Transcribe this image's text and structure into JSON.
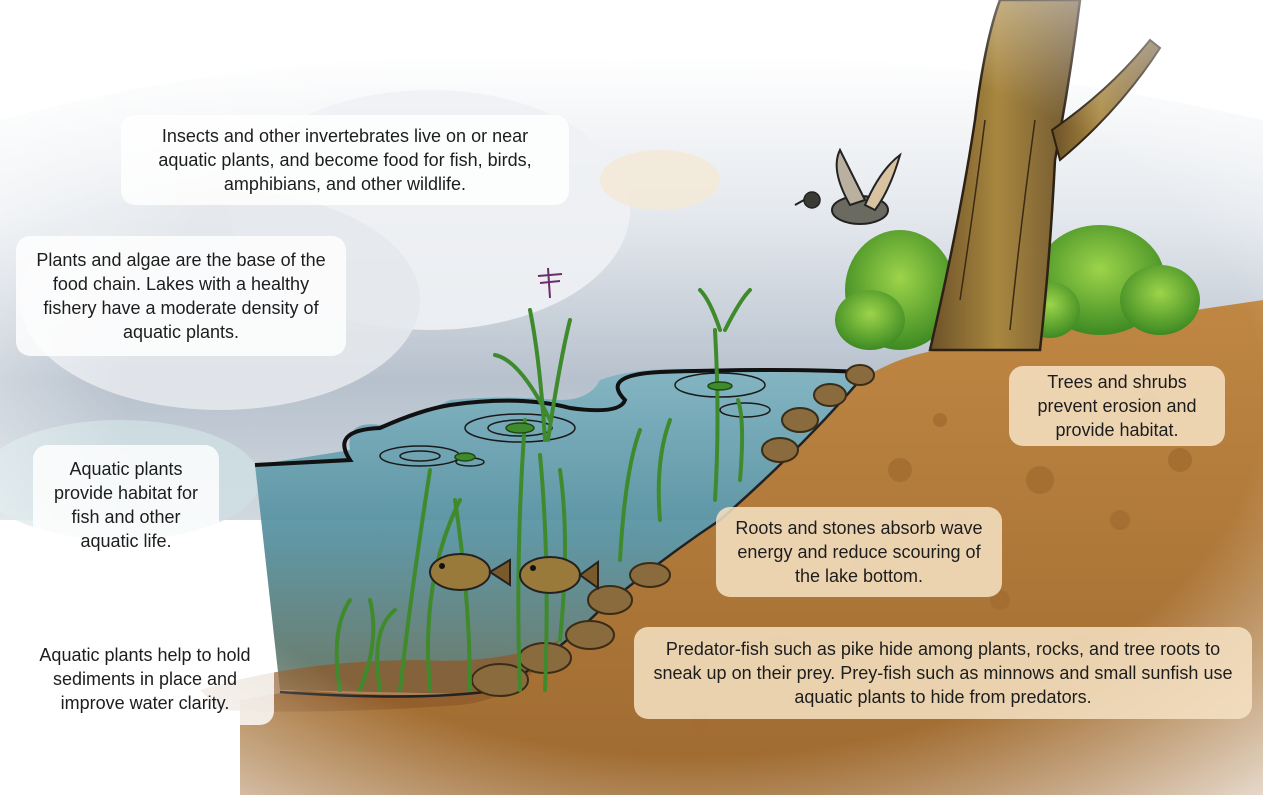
{
  "callouts": {
    "insects": "Insects and other invertebrates live on or near aquatic plants, and become food for fish, birds, amphibians, and other wildlife.",
    "food_chain": "Plants and algae are the base of the food chain. Lakes with a healthy fishery have a moderate density of aquatic plants.",
    "habitat": "Aquatic plants provide habitat for fish and other aquatic life.",
    "sediments": "Aquatic plants help to hold sediments in place and improve water clarity.",
    "trees": "Trees and shrubs prevent erosion and provide habitat.",
    "roots_stones": "Roots and stones absorb wave energy and reduce scouring of the lake bottom.",
    "predator_fish": "Predator-fish such as pike hide among plants, rocks, and tree roots to sneak up on their prey. Prey-fish such as minnows and small sunfish use aquatic plants to hide from predators."
  },
  "colors": {
    "sky": "#b9c4cf",
    "water": "#5e99a8",
    "soil": "#b47a3a",
    "plant": "#3f8a2c",
    "foliage": "#5aa832",
    "bark": "#8a6a3a"
  }
}
